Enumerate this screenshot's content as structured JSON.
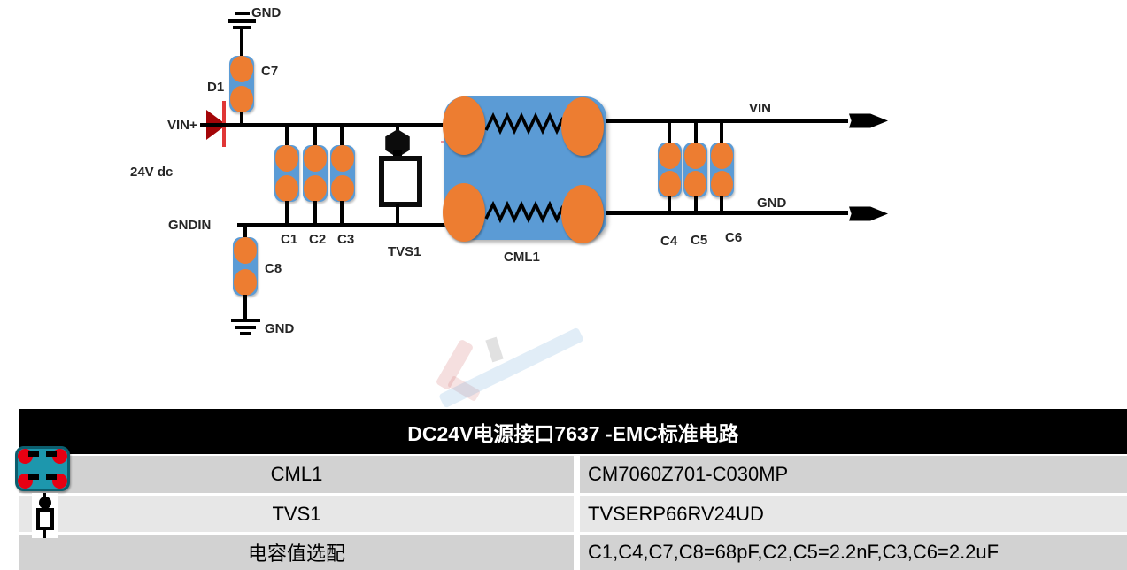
{
  "schematic": {
    "labels": {
      "gnd_top": "GND",
      "c7": "C7",
      "d1": "D1",
      "vin_plus": "VIN+",
      "supply": "24V dc",
      "gndin": "GNDIN",
      "c1": "C1",
      "c2": "C2",
      "c3": "C3",
      "tvs1": "TVS1",
      "cml1": "CML1",
      "c4": "C4",
      "c5": "C5",
      "c6": "C6",
      "vin_out": "VIN",
      "gnd_out": "GND",
      "c8": "C8",
      "gnd_bottom": "GND"
    },
    "colors": {
      "capacitor_body": "#5b9bd5",
      "capacitor_terminal": "#ed7d31",
      "wire": "#000000",
      "diode_body": "#a40508",
      "diode_bar": "#e03636"
    }
  },
  "table": {
    "title": "DC24V电源接口7637 -EMC标准电路",
    "rows": [
      {
        "icon": "common-mode-choke-icon",
        "name": "CML1",
        "value": "CM7060Z701-C030MP"
      },
      {
        "icon": "tvs-diode-icon",
        "name": "TVS1",
        "value": "TVSERP66RV24UD"
      },
      {
        "icon": "",
        "name": "电容值选配",
        "value": "C1,C4,C7,C8=68pF,C2,C5=2.2nF,C3,C6=2.2uF"
      }
    ],
    "colors": {
      "header_bg": "#000000",
      "header_text": "#ffffff",
      "row_dark": "#d2d2d2",
      "row_light": "#e7e7e7",
      "icon_teal": "#1d97ad",
      "icon_red": "#e60012"
    }
  }
}
